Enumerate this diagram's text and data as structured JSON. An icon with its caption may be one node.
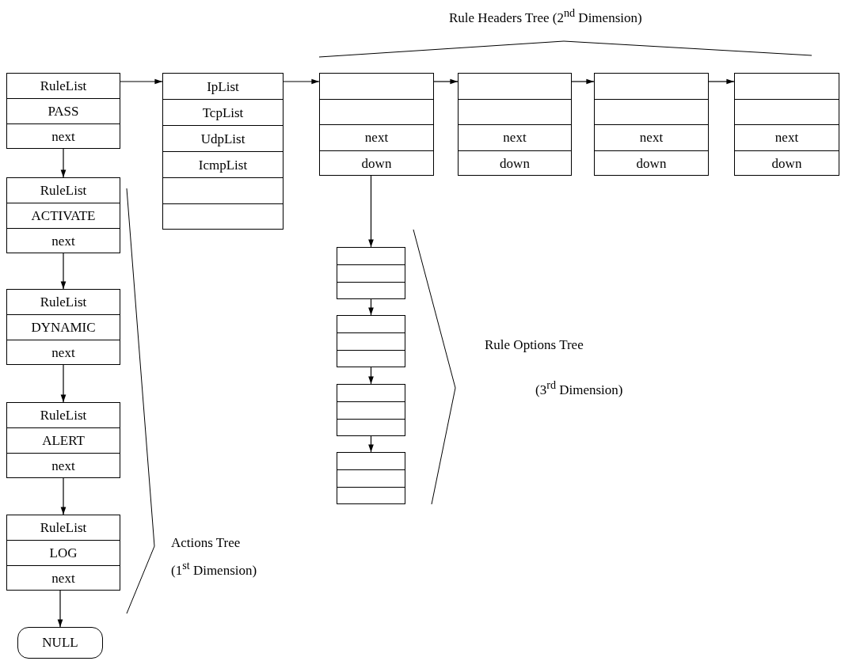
{
  "diagram": {
    "nodes": [
      {
        "text": [
          "RuleList",
          "PASS",
          "next"
        ]
      },
      {
        "text": [
          "IpList",
          "TcpList",
          "UdpList",
          "IcmpList"
        ]
      },
      {
        "text": [
          "next",
          "down"
        ]
      },
      {
        "text": [
          "next",
          "down"
        ]
      },
      {
        "text": [
          "next",
          "down"
        ]
      },
      {
        "text": [
          "next",
          "down"
        ]
      },
      {
        "text": [
          "RuleList",
          "ACTIVATE",
          "next"
        ]
      },
      {
        "text": [
          "RuleList",
          "DYNAMIC",
          "next"
        ]
      },
      {
        "text": [
          "RuleList",
          "ALERT",
          "next"
        ]
      },
      {
        "text": [
          "RuleList",
          "LOG",
          "next"
        ]
      },
      {
        "text": [
          "NULL"
        ]
      },
      {
        "text": [],
        "shape": "box"
      },
      {
        "text": [],
        "shape": "box"
      },
      {
        "text": [],
        "shape": "box"
      },
      {
        "text": [],
        "shape": "box"
      }
    ],
    "edges": [
      {
        "from": 0,
        "to": 1,
        "arrow": "to"
      },
      {
        "from": 1,
        "to": 2,
        "arrow": "to"
      },
      {
        "from": 2,
        "to": 3,
        "arrow": "to"
      },
      {
        "from": 3,
        "to": 4,
        "arrow": "to"
      },
      {
        "from": 4,
        "to": 5,
        "arrow": "to"
      },
      {
        "from": 0,
        "to": 6,
        "arrow": "to"
      },
      {
        "from": 6,
        "to": 7,
        "arrow": "to"
      },
      {
        "from": 7,
        "to": 8,
        "arrow": "to"
      },
      {
        "from": 8,
        "to": 9,
        "arrow": "to"
      },
      {
        "from": 9,
        "to": 10,
        "arrow": "to"
      },
      {
        "from": 2,
        "to": 11,
        "arrow": "to"
      },
      {
        "from": 11,
        "to": 12,
        "arrow": "to"
      },
      {
        "from": 12,
        "to": 13,
        "arrow": "to"
      },
      {
        "from": 13,
        "to": 14,
        "arrow": "to"
      }
    ],
    "labels": [
      "Rule Headers Tree (2$^{nd}$ Dimension)",
      "Actions Tree",
      "(1$^{st}$ Dimension)",
      "Rule Options Tree",
      "(3$^{rd}$ Dimension)"
    ]
  }
}
